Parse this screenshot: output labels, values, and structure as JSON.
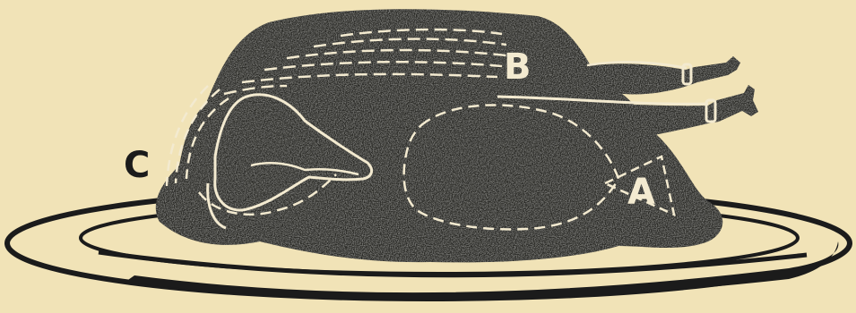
{
  "figure": {
    "subject": "roast-fowl-on-platter",
    "colors": {
      "paper": "#f1e3b7",
      "ink": "#1b1b1b",
      "bird": "#2a2a28",
      "highlight": "#f3ead0"
    },
    "labels": {
      "a": "A",
      "b": "B",
      "c": "C"
    }
  }
}
